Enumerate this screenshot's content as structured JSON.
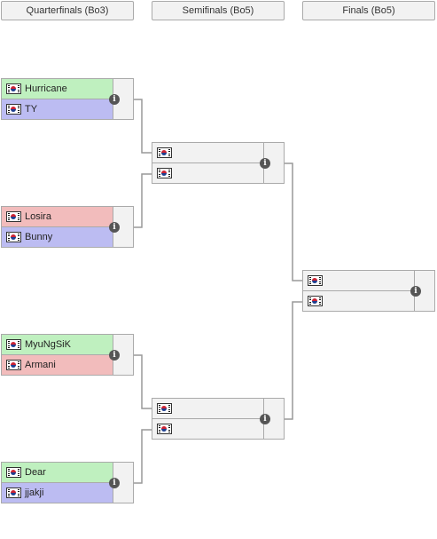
{
  "rounds": [
    {
      "title": "Quarterfinals (Bo3)"
    },
    {
      "title": "Semifinals (Bo5)"
    },
    {
      "title": "Finals (Bo5)"
    }
  ],
  "quarterfinals": [
    {
      "top": {
        "name": "Hurricane",
        "result": "win",
        "flag": "korea-flag"
      },
      "bottom": {
        "name": "TY",
        "result": "tie",
        "flag": "korea-flag"
      }
    },
    {
      "top": {
        "name": "Losira",
        "result": "loss",
        "flag": "korea-flag"
      },
      "bottom": {
        "name": "Bunny",
        "result": "tie",
        "flag": "korea-flag"
      }
    },
    {
      "top": {
        "name": "MyuNgSiK",
        "result": "win",
        "flag": "korea-flag"
      },
      "bottom": {
        "name": "Armani",
        "result": "loss",
        "flag": "korea-flag"
      }
    },
    {
      "top": {
        "name": "Dear",
        "result": "win",
        "flag": "korea-flag"
      },
      "bottom": {
        "name": "jjakji",
        "result": "tie",
        "flag": "korea-flag"
      }
    }
  ],
  "semifinals": [
    {
      "top": {
        "name": "",
        "flag": "korea-flag"
      },
      "bottom": {
        "name": "",
        "flag": "korea-flag"
      }
    },
    {
      "top": {
        "name": "",
        "flag": "korea-flag"
      },
      "bottom": {
        "name": "",
        "flag": "korea-flag"
      }
    }
  ],
  "finals": [
    {
      "top": {
        "name": "",
        "flag": "korea-flag"
      },
      "bottom": {
        "name": "",
        "flag": "korea-flag"
      }
    }
  ],
  "colors": {
    "win": "#bff0bf",
    "loss": "#f2bcbc",
    "tie": "#bcbcf2",
    "empty": "#f2f2f2",
    "border": "#aaaaaa",
    "connector": "#999999"
  },
  "icons": {
    "info": "info-icon",
    "flag": "korea-flag-icon"
  },
  "info_glyph": "i"
}
